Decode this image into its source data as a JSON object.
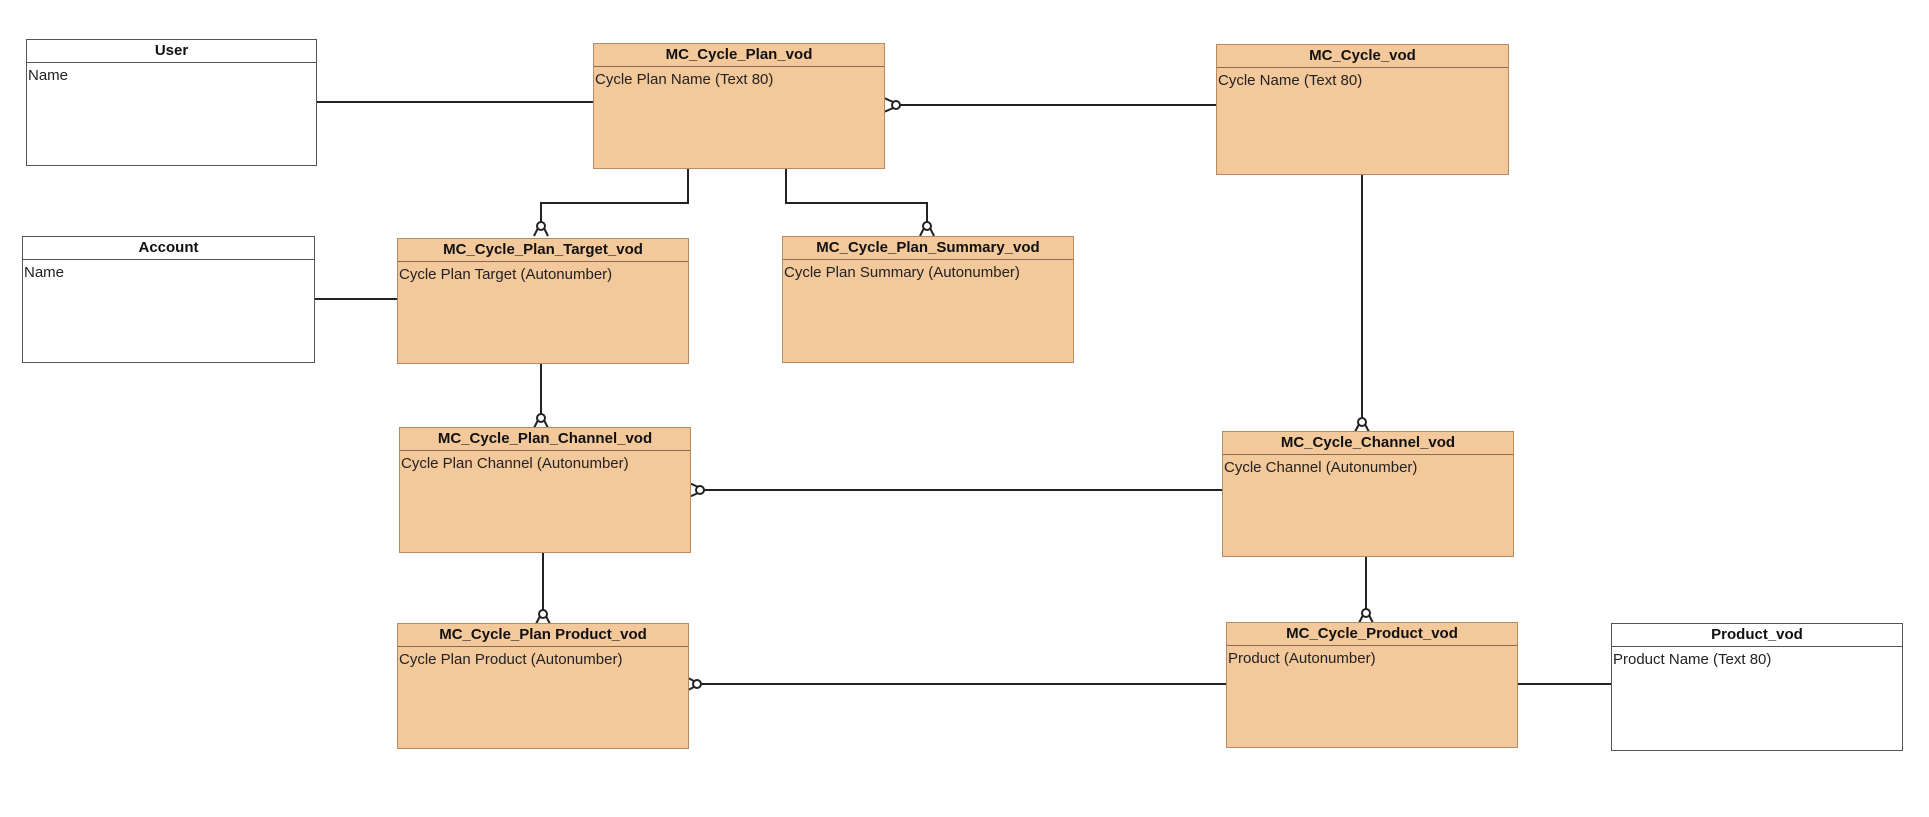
{
  "entities": {
    "user": {
      "name": "User",
      "field": "Name"
    },
    "account": {
      "name": "Account",
      "field": "Name"
    },
    "cycle_plan": {
      "name": "MC_Cycle_Plan_vod",
      "field": "Cycle Plan Name (Text 80)"
    },
    "cycle": {
      "name": "MC_Cycle_vod",
      "field": "Cycle Name (Text 80)"
    },
    "plan_target": {
      "name": "MC_Cycle_Plan_Target_vod",
      "field": "Cycle Plan Target (Autonumber)"
    },
    "plan_summary": {
      "name": "MC_Cycle_Plan_Summary_vod",
      "field": "Cycle Plan Summary (Autonumber)"
    },
    "plan_channel": {
      "name": "MC_Cycle_Plan_Channel_vod",
      "field": "Cycle Plan Channel (Autonumber)"
    },
    "cycle_channel": {
      "name": "MC_Cycle_Channel_vod",
      "field": "Cycle Channel (Autonumber)"
    },
    "plan_product": {
      "name": "MC_Cycle_Plan Product_vod",
      "field": "Cycle Plan Product (Autonumber)"
    },
    "cycle_product": {
      "name": "MC_Cycle_Product_vod",
      "field": "Product (Autonumber)"
    },
    "product": {
      "name": "Product_vod",
      "field": "Product Name (Text 80)"
    }
  },
  "colors": {
    "custom_fill": "#f3c89a",
    "custom_border": "#b58a63",
    "standard_fill": "#ffffff",
    "line": "#222222"
  }
}
